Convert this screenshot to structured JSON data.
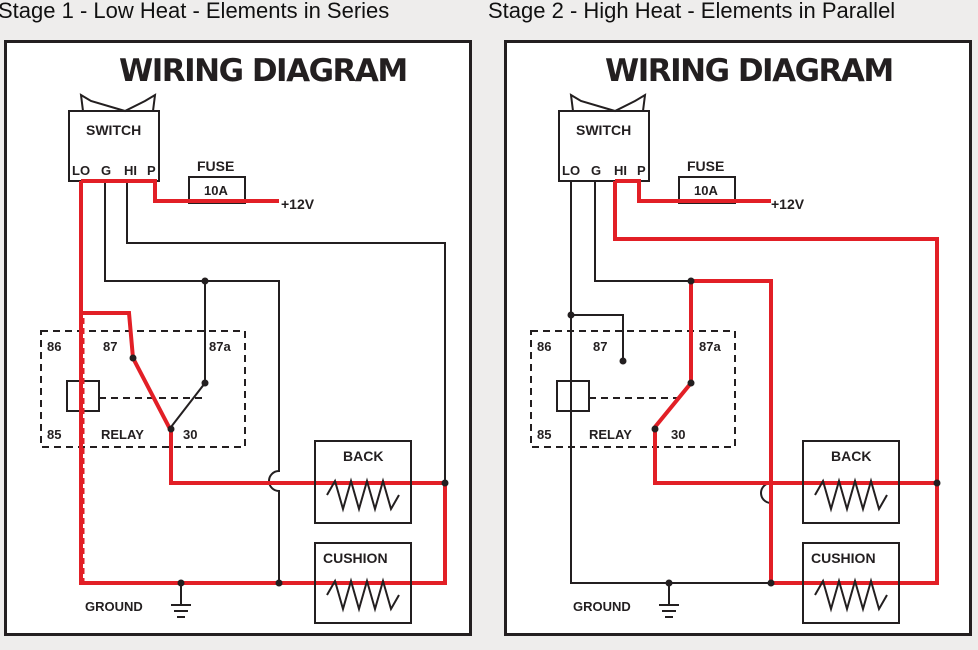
{
  "stage1": {
    "title": "Stage 1 - Low Heat - Elements in Series",
    "diagram": {
      "heading": "WIRING DIAGRAM",
      "switch": "SWITCH",
      "terminals": [
        "LO",
        "G",
        "HI",
        "P"
      ],
      "fuse": "FUSE",
      "fuse_rating": "10A",
      "supply": "+12V",
      "relay_pins": [
        "86",
        "87",
        "87a",
        "85",
        "30"
      ],
      "relay": "RELAY",
      "back": "BACK",
      "cushion": "CUSHION",
      "ground": "GROUND"
    }
  },
  "stage2": {
    "title": "Stage 2 - High Heat - Elements in Parallel",
    "diagram": {
      "heading": "WIRING DIAGRAM",
      "switch": "SWITCH",
      "terminals": [
        "LO",
        "G",
        "HI",
        "P"
      ],
      "fuse": "FUSE",
      "fuse_rating": "10A",
      "supply": "+12V",
      "relay_pins": [
        "86",
        "87",
        "87a",
        "85",
        "30"
      ],
      "relay": "RELAY",
      "back": "BACK",
      "cushion": "CUSHION",
      "ground": "GROUND"
    }
  },
  "colors": {
    "energized_wire": "#e21f26",
    "wire": "#231f20",
    "panel": "#ffffff",
    "background": "#eeedec"
  }
}
